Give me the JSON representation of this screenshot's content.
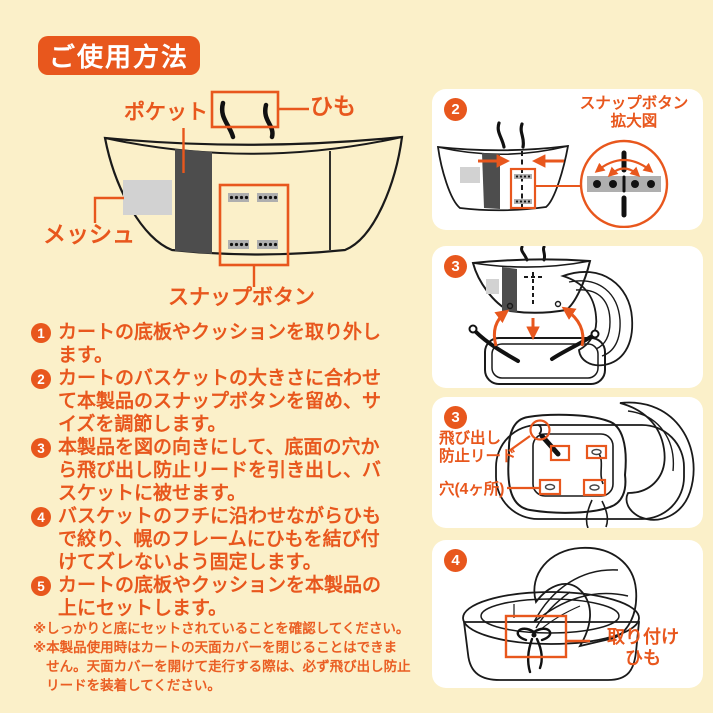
{
  "title": "ご使用方法",
  "colors": {
    "background": "#FBF0C9",
    "accent_orange": "#E8571D",
    "pocket_dark_gray": "#4D4D4D",
    "mesh_gray": "#D2D2D2",
    "snap_strip_gray": "#AFAFAF",
    "canopy_gray": "#DCDCDC",
    "panel_white": "#FFFFFF"
  },
  "main_diagram": {
    "labels": {
      "pocket": "ポケット",
      "string": "ひも",
      "mesh": "メッシュ",
      "snap_button": "スナップボタン"
    }
  },
  "steps": [
    {
      "num": "1",
      "text": "カートの底板やクッションを取り外し\nます。"
    },
    {
      "num": "2",
      "text": "カートのバスケットの大きさに合わせ\nて本製品のスナップボタンを留め、サ\nイズを調節します。"
    },
    {
      "num": "3",
      "text": "本製品を図の向きにして、底面の穴か\nら飛び出し防止リードを引き出し、バ\nスケットに被せます。"
    },
    {
      "num": "4",
      "text": "バスケットのフチに沿わせながらひも\nで絞り、幌のフレームにひもを結び付\nけてズレないよう固定します。"
    },
    {
      "num": "5",
      "text": "カートの底板やクッションを本製品の\n上にセットします。"
    }
  ],
  "notes": [
    {
      "mark": "※",
      "text": "しっかりと底にセットされていることを確認してください。"
    },
    {
      "mark": "※",
      "text": "本製品使用時はカートの天面カバーを閉じることはできま\nせん。天面カバーを開けて走行する際は、必ず飛び出し防止\nリードを装着してください。"
    }
  ],
  "panels": [
    {
      "num": "2",
      "label": "スナップボタン\n拡大図"
    },
    {
      "num": "3"
    },
    {
      "num": "3",
      "label_lead": "飛び出し\n防止リード",
      "label_holes": "穴(4ヶ所)"
    },
    {
      "num": "4",
      "label": "取り付け\nひも"
    }
  ]
}
